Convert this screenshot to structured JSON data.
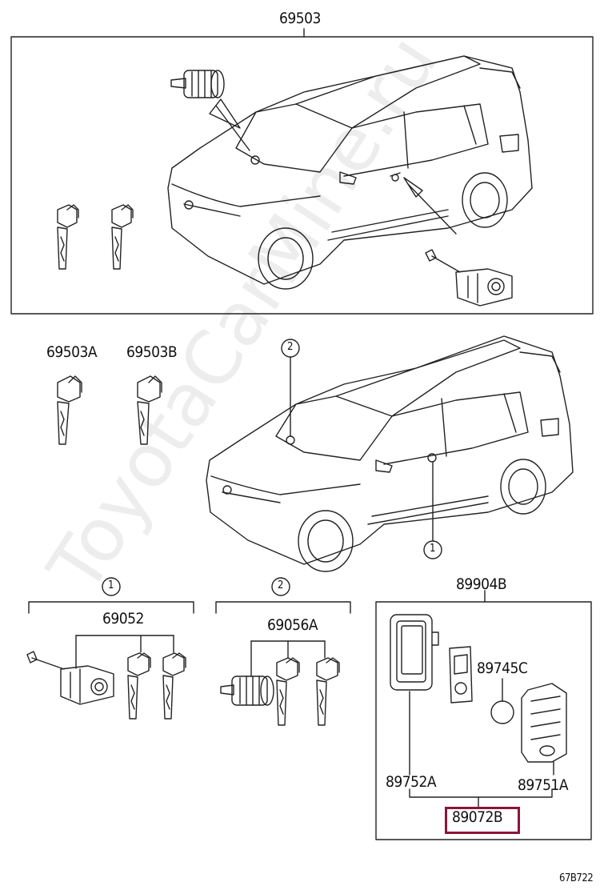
{
  "watermark": "ToyotaCarMine.ru",
  "labels": {
    "top_assembly": "69503",
    "key_a": "69503A",
    "key_b": "69503B",
    "callout_2_car": "2",
    "callout_1_car": "1",
    "group1_num": "1",
    "group2_num": "2",
    "group1_part": "69052",
    "group2_part": "69056A",
    "smartkey_set": "89904B",
    "battery": "89745C",
    "case_part": "89752A",
    "remote_part": "89751A",
    "transmitter_part": "89072B",
    "figure_code": "67B722"
  },
  "colors": {
    "line": "#222222",
    "highlight": "#8b1538"
  }
}
